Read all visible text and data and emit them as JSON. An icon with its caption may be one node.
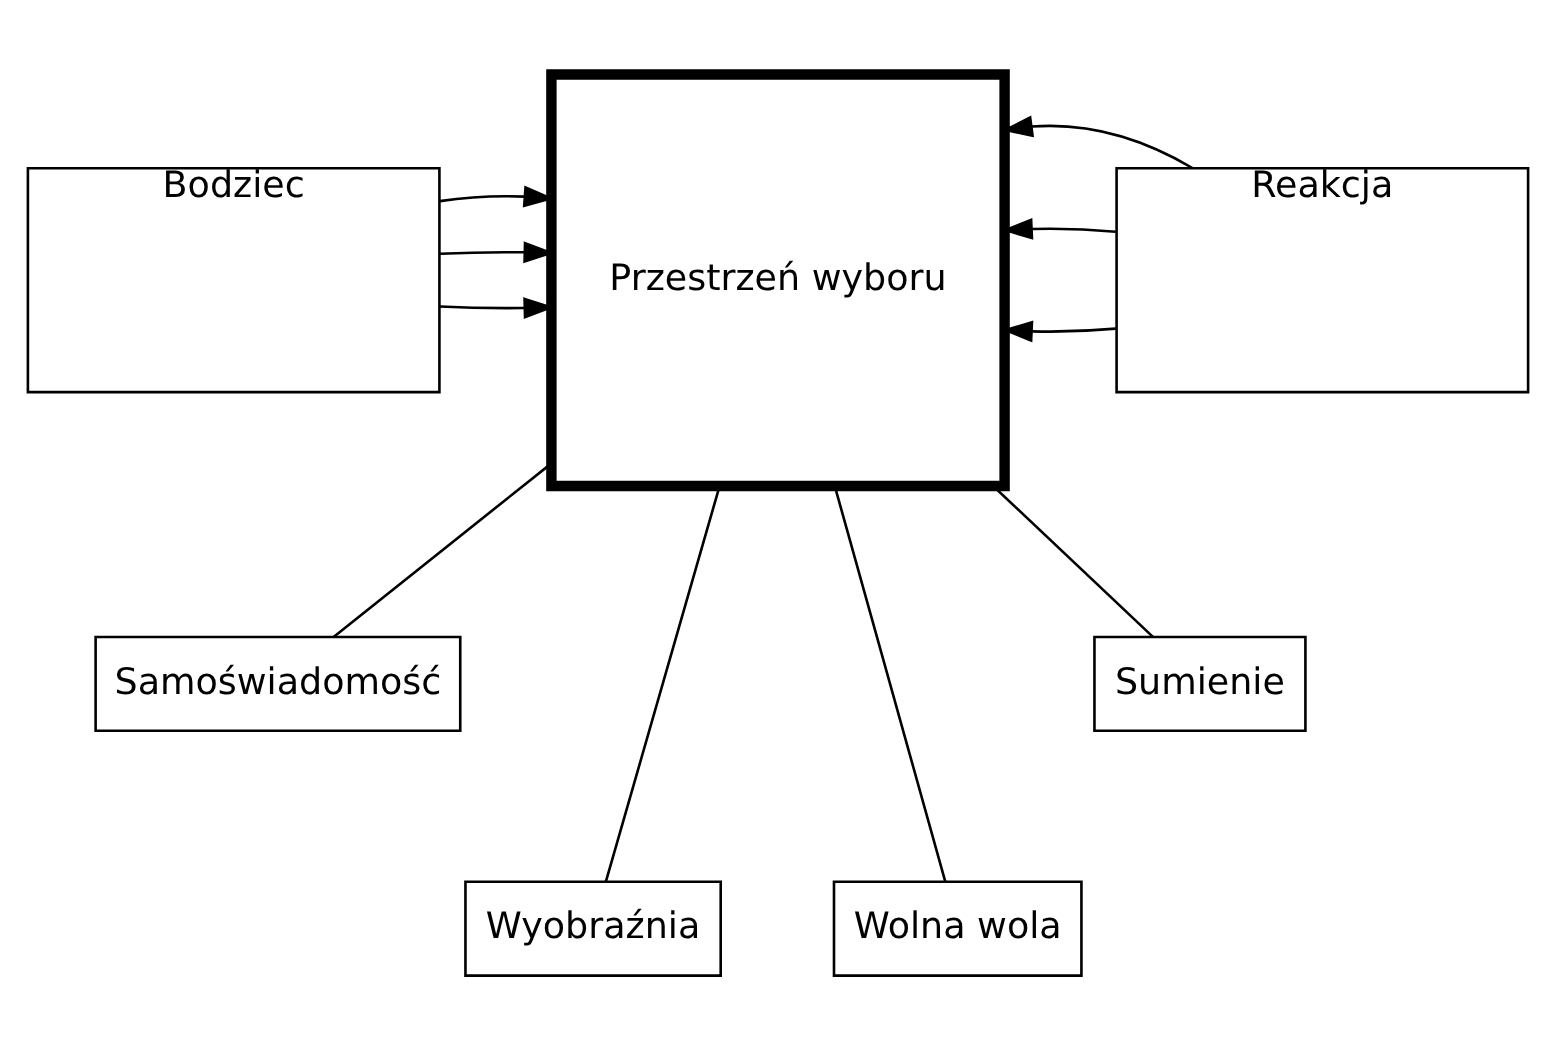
{
  "diagram": {
    "nodes": [
      {
        "text": [
          "Bodziec"
        ]
      },
      {
        "text": [
          "Przestrzeń wyboru"
        ]
      },
      {
        "text": [
          "Reakcja"
        ]
      },
      {
        "text": [
          "Samoświadomość"
        ]
      },
      {
        "text": [
          "Wyobraźnia"
        ]
      },
      {
        "text": [
          "Wolna wola"
        ]
      },
      {
        "text": [
          "Sumienie"
        ]
      }
    ],
    "edges": [
      {
        "from": 0,
        "to": 1,
        "arrow": "to"
      },
      {
        "from": 0,
        "to": 1,
        "arrow": "to"
      },
      {
        "from": 0,
        "to": 1,
        "arrow": "to"
      },
      {
        "from": 2,
        "to": 1,
        "arrow": "to"
      },
      {
        "from": 2,
        "to": 1,
        "arrow": "to"
      },
      {
        "from": 2,
        "to": 1,
        "arrow": "to"
      },
      {
        "from": 1,
        "to": 3,
        "arrow": "none"
      },
      {
        "from": 1,
        "to": 4,
        "arrow": "none"
      },
      {
        "from": 1,
        "to": 5,
        "arrow": "none"
      },
      {
        "from": 1,
        "to": 6,
        "arrow": "none"
      }
    ]
  }
}
